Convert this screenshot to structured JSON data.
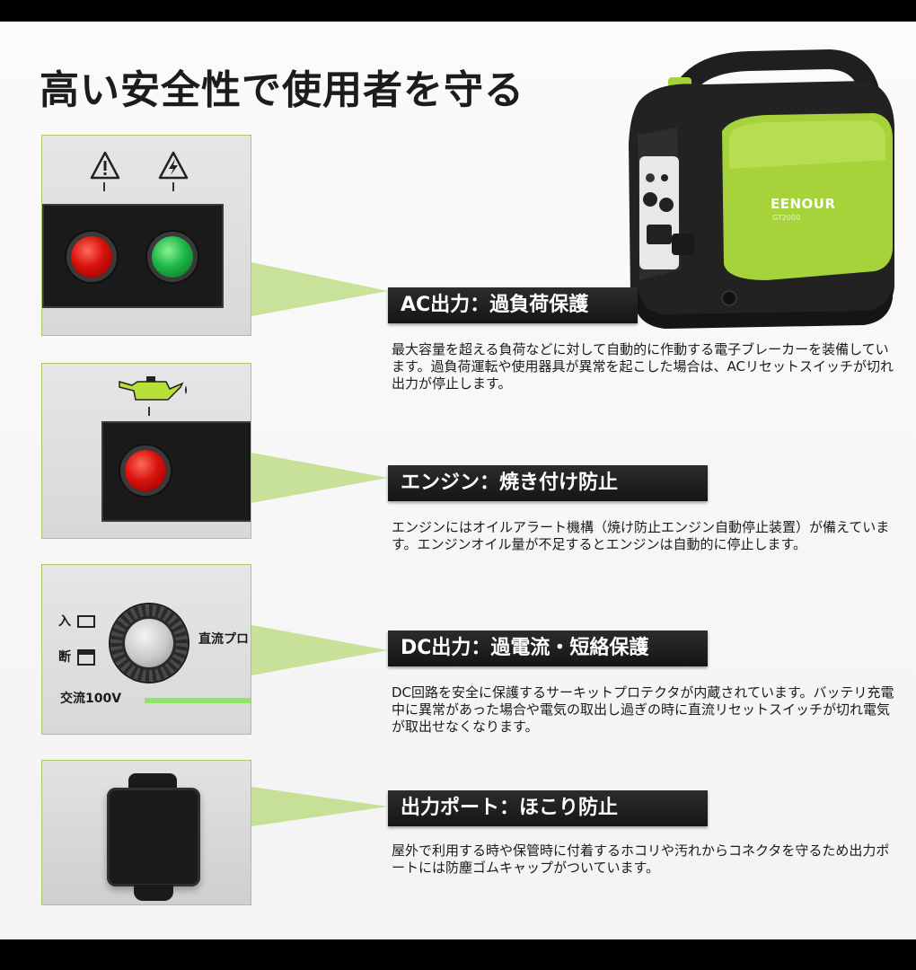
{
  "page": {
    "title": "高い安全性で使用者を守る"
  },
  "colors": {
    "accent_green": "#a6d33a",
    "tag_background": "#1f1f1f",
    "led_red": "#d8120c",
    "led_green": "#1fb74a"
  },
  "features": [
    {
      "label": "AC出力：過負荷保護",
      "description": "最大容量を超える負荷などに対して自動的に作動する電子ブレーカーを装備しています。過負荷運転や使用器具が異常を起こした場合は、ACリセットスイッチが切れ出力が停止します。",
      "icons": [
        "warning-icon",
        "electric-hazard-icon"
      ]
    },
    {
      "label": "エンジン：焼き付け防止",
      "description": "エンジンにはオイルアラート機構（焼け防止エンジン自動停止装置）が備えています。エンジンオイル量が不足するとエンジンは自動的に停止します。",
      "icons": [
        "oil-can-icon"
      ]
    },
    {
      "label": "DC出力：過電流・短絡保護",
      "description": "DC回路を安全に保護するサーキットプロテクタが内蔵されています。バッテリ充電中に異常があった場合や電気の取出し過ぎの時に直流リセットスイッチが切れ電気が取出せなくなります。",
      "panel_texts": {
        "on": "入",
        "off": "断",
        "dc_label": "直流プロ",
        "ac_label": "交流100V"
      }
    },
    {
      "label": "出力ポート：ほこり防止",
      "description": "屋外で利用する時や保管時に付着するホコリや汚れからコネクタを守るため出力ポートには防塵ゴムキャップがついています。"
    }
  ],
  "product": {
    "brand": "EENOUR",
    "model": "GT2000"
  }
}
